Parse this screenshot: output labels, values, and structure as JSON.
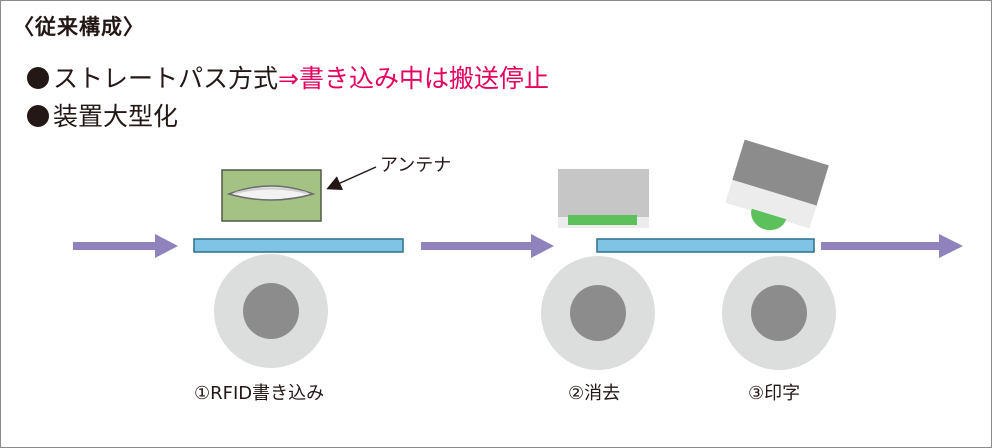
{
  "title": "〈従来構成〉",
  "bullets": {
    "line1_plain": "ストレートパス方式",
    "line1_accent": "⇒書き込み中は搬送停止",
    "line2": "装置大型化"
  },
  "labels": {
    "antenna": "アンテナ",
    "station1": "①RFID書き込み",
    "station2": "②消去",
    "station3": "③印字"
  },
  "colors": {
    "accent": "#e3005f",
    "arrow": "#8f82bd",
    "card_fill": "#7fc4e4",
    "card_stroke": "#2f6f8d",
    "roller_outer": "#dcdddd",
    "roller_inner": "#8c8c8c",
    "antenna_box": "#a3c283",
    "erase_head": "#c6c6c6",
    "green_element": "#5cc15a",
    "print_head": "#8c8c8c"
  },
  "icons": [
    "flow-arrow",
    "antenna-icon",
    "roller-icon",
    "erase-head-icon",
    "print-head-icon"
  ]
}
